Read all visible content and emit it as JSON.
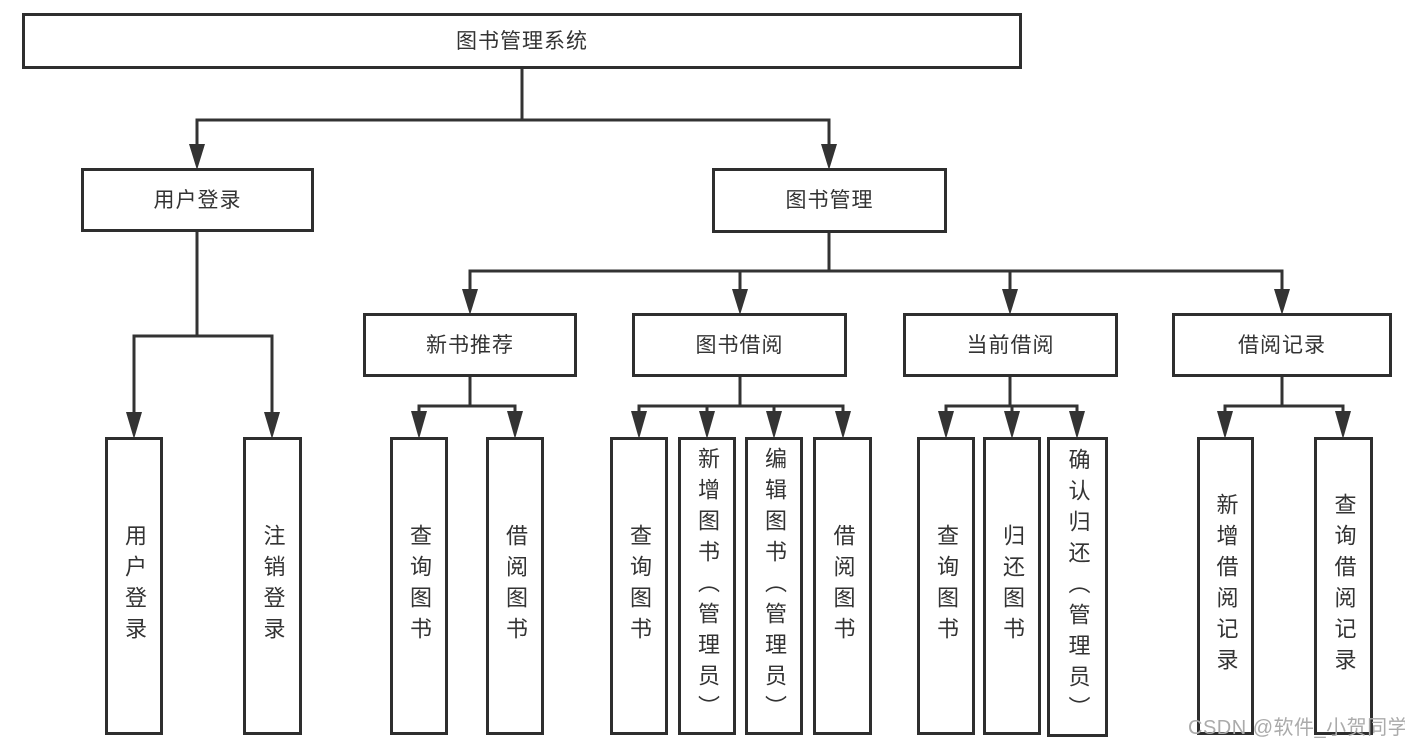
{
  "diagram": {
    "title": "图书管理系统",
    "tree": {
      "label": "图书管理系统",
      "children": [
        {
          "label": "用户登录",
          "children": [
            {
              "label": "用户登录"
            },
            {
              "label": "注销登录"
            }
          ]
        },
        {
          "label": "图书管理",
          "children": [
            {
              "label": "新书推荐",
              "children": [
                {
                  "label": "查询图书"
                },
                {
                  "label": "借阅图书"
                }
              ]
            },
            {
              "label": "图书借阅",
              "children": [
                {
                  "label": "查询图书"
                },
                {
                  "label": "新增图书（管理员）"
                },
                {
                  "label": "编辑图书（管理员）"
                },
                {
                  "label": "借阅图书"
                }
              ]
            },
            {
              "label": "当前借阅",
              "children": [
                {
                  "label": "查询图书"
                },
                {
                  "label": "归还图书"
                },
                {
                  "label": "确认归还（管理员）"
                }
              ]
            },
            {
              "label": "借阅记录",
              "children": [
                {
                  "label": "新增借阅记录"
                },
                {
                  "label": "查询借阅记录"
                }
              ]
            }
          ]
        }
      ]
    },
    "watermark": "CSDN @软件_小贺同学",
    "colors": {
      "line": "#333333",
      "border": "#2e2e2e",
      "text": "#333333",
      "watermark": "#ababab",
      "background": "#ffffff"
    }
  }
}
